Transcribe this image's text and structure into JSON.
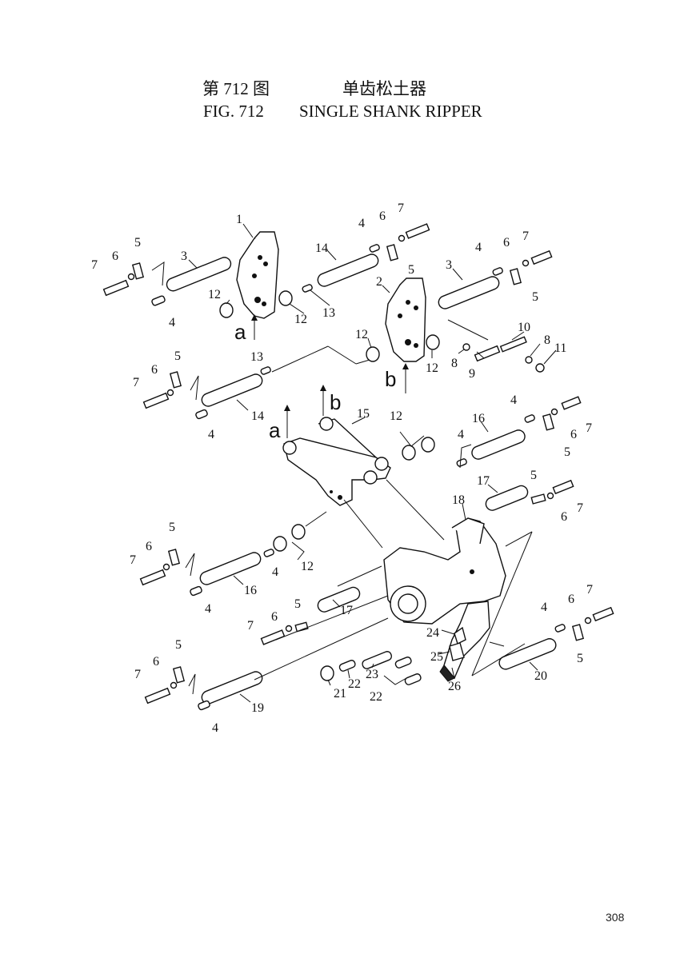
{
  "header": {
    "figure_cn": "第 712 图",
    "name_cn": "单齿松土器",
    "figure_en": "FIG. 712",
    "name_en": "SINGLE SHANK RIPPER"
  },
  "view_markers": [
    "a",
    "b"
  ],
  "callouts": [
    "1",
    "2",
    "3",
    "4",
    "5",
    "6",
    "7",
    "8",
    "9",
    "10",
    "11",
    "12",
    "13",
    "14",
    "15",
    "16",
    "17",
    "18",
    "19",
    "20",
    "21",
    "22",
    "23",
    "24",
    "25",
    "26"
  ],
  "page_number": "308"
}
